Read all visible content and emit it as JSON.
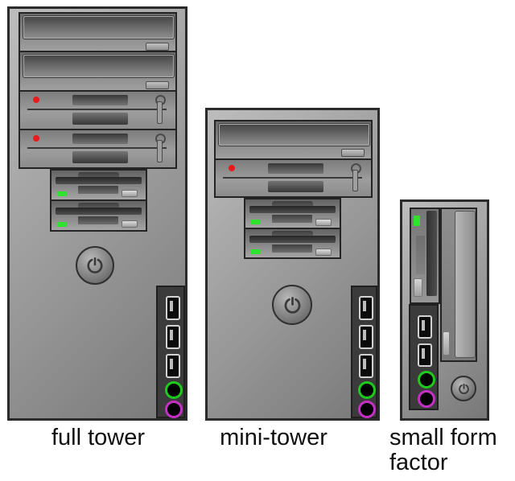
{
  "figure": {
    "background": "#ffffff"
  },
  "towers": [
    {
      "id": "full-tower",
      "label": "full tower",
      "optical_drives": 2,
      "floppy_525_drives": 2,
      "floppy_35_drives": 2,
      "usb_ports": 3,
      "audio_jacks": [
        "green",
        "purple"
      ],
      "power_button": true
    },
    {
      "id": "mini-tower",
      "label": "mini-tower",
      "optical_drives": 1,
      "floppy_525_drives": 1,
      "floppy_35_drives": 2,
      "usb_ports": 3,
      "audio_jacks": [
        "green",
        "purple"
      ],
      "power_button": true
    },
    {
      "id": "small-form-factor",
      "label": "small form factor",
      "optical_drives": 1,
      "floppy_35_drives": 1,
      "usb_ports": 2,
      "audio_jacks": [
        "green",
        "purple"
      ],
      "power_button": true
    }
  ],
  "colors": {
    "case_border": "#2b2b2b",
    "port_panel": "#3b3b3b",
    "led_red": "#ea1a1a",
    "led_green": "#2ee32e",
    "jack_green": "#1dca1d",
    "jack_purple": "#c42fc4",
    "label_text": "#101010"
  }
}
